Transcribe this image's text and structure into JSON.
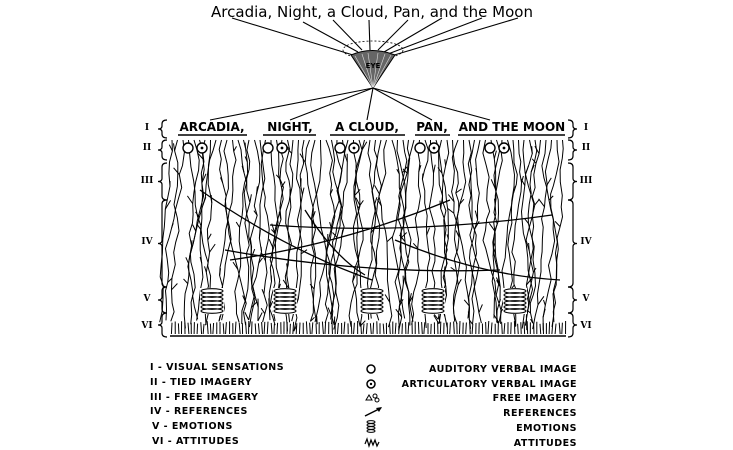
{
  "title": "Arcadia, Night, a Cloud, Pan, and the Moon",
  "eye_label": "EYE",
  "words": [
    "ARCADIA,",
    "NIGHT,",
    "A CLOUD,",
    "PAN,",
    "AND THE MOON"
  ],
  "levels": [
    "I",
    "II",
    "III",
    "IV",
    "V",
    "VI"
  ],
  "legend_levels": [
    "I - VISUAL SENSATIONS",
    "II - TIED IMAGERY",
    "III - FREE IMAGERY",
    "IV - REFERENCES",
    "V - EMOTIONS",
    "VI - ATTITUDES"
  ],
  "legend_symbols": [
    {
      "icon": "circle-icon",
      "label": "AUDITORY VERBAL IMAGE"
    },
    {
      "icon": "dotted-circle-icon",
      "label": "ARTICULATORY VERBAL IMAGE"
    },
    {
      "icon": "free-imagery-icon",
      "label": "FREE IMAGERY"
    },
    {
      "icon": "arrow-icon",
      "label": "REFERENCES"
    },
    {
      "icon": "coil-icon",
      "label": "EMOTIONS"
    },
    {
      "icon": "zigzag-icon",
      "label": "ATTITUDES"
    }
  ]
}
